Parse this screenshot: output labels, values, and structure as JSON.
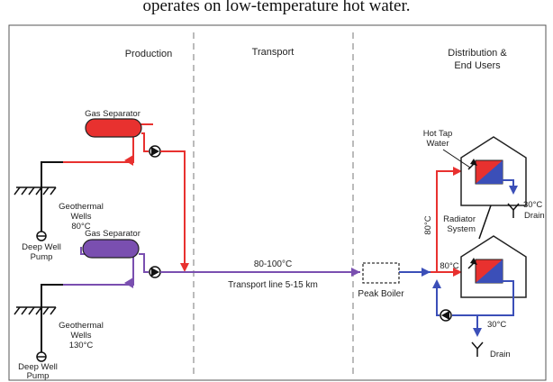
{
  "caption": "operates on low-temperature hot water.",
  "sections": {
    "production": "Production",
    "transport": "Transport",
    "distribution_line1": "Distribution &",
    "distribution_line2": "End Users"
  },
  "labels": {
    "gas_separator_top": "Gas Separator",
    "gas_separator_bottom": "Gas Separator",
    "wells_top": [
      "Geothermal",
      "Wells",
      "80°C"
    ],
    "pump_top": [
      "Deep Well",
      "Pump"
    ],
    "wells_bottom": [
      "Geothermal",
      "Wells",
      "130°C"
    ],
    "pump_bottom": [
      "Deep Well",
      "Pump"
    ],
    "transport_temp": "80-100°C",
    "transport_line": "Transport line 5-15 km",
    "peak_boiler": "Peak Boiler",
    "hot_tap_water": [
      "Hot Tap",
      "Water"
    ],
    "temp_30_top": "30°C",
    "drain_top": "Drain",
    "radiator_system": [
      "Radiator",
      "System"
    ],
    "vertical_80": "80°C",
    "temp_80_mid": "80°C",
    "temp_30_bottom": "30°C",
    "drain_bottom": "Drain"
  },
  "colors": {
    "hot_line": "#e8312f",
    "mixed_line": "#7a4fb0",
    "cold_line": "#3b4fb8",
    "separator_red": "#e8312f",
    "separator_purple": "#7a4fb0",
    "frame": "#555555"
  }
}
